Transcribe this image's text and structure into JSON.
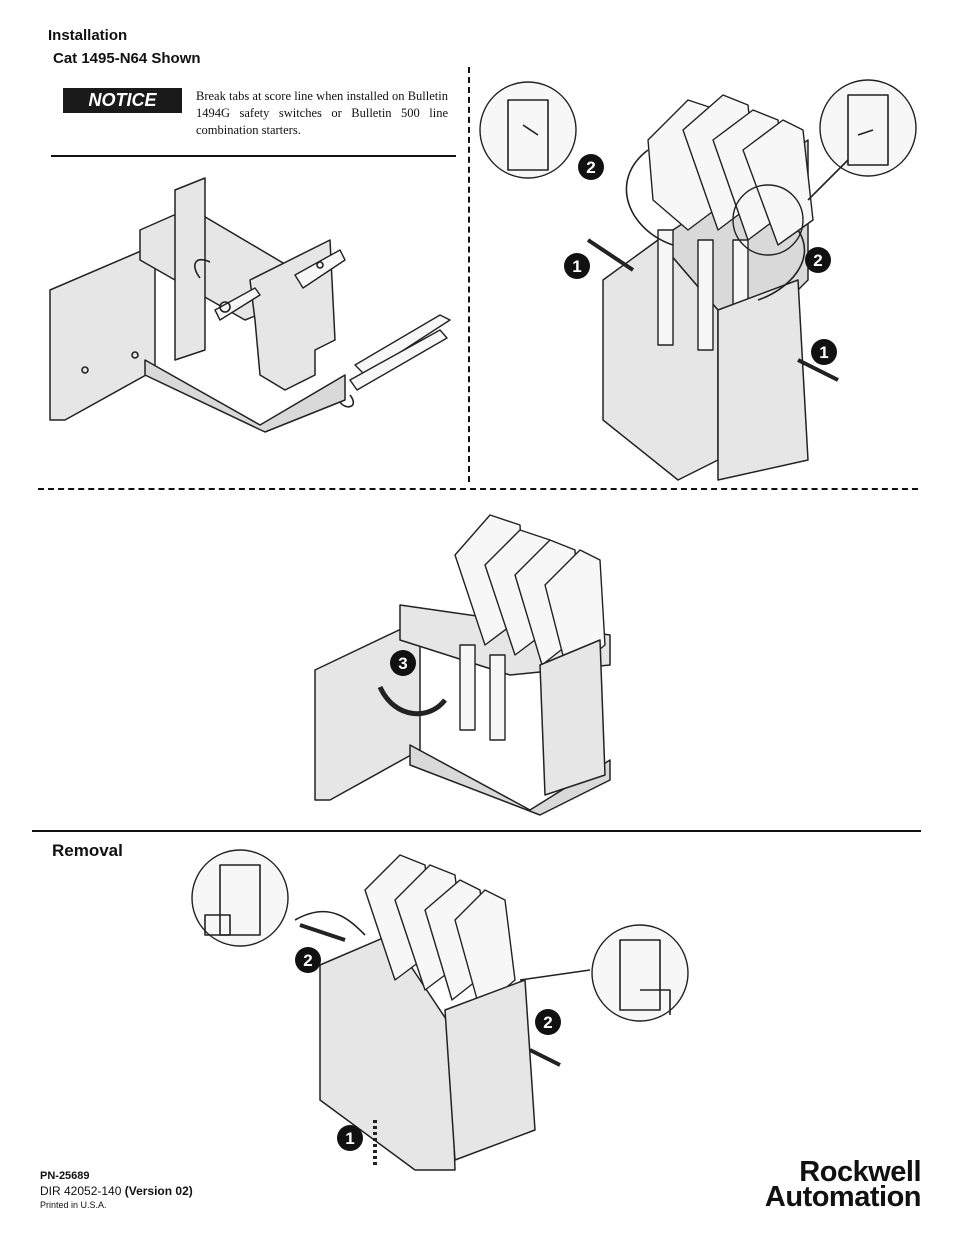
{
  "headings": {
    "installation": "Installation",
    "catalog": "Cat 1495-N64 Shown",
    "removal": "Removal"
  },
  "notice": {
    "badge": "NOTICE",
    "text": "Break tabs at score line when installed on Bulletin 1494G safety switches or Bulletin 500 line combination starters."
  },
  "callouts": {
    "step1": "1",
    "step2": "2",
    "step3": "3"
  },
  "footer": {
    "part_number": "PN-25689",
    "dir_number": "DIR 42052-140",
    "version": "(Version 02)",
    "printed": "Printed in U.S.A.",
    "brand_line1": "Rockwell",
    "brand_line2": "Automation"
  },
  "colors": {
    "ink": "#111111",
    "plate_fill": "#e6e6e6",
    "badge_fill": "#1a1a1a"
  }
}
